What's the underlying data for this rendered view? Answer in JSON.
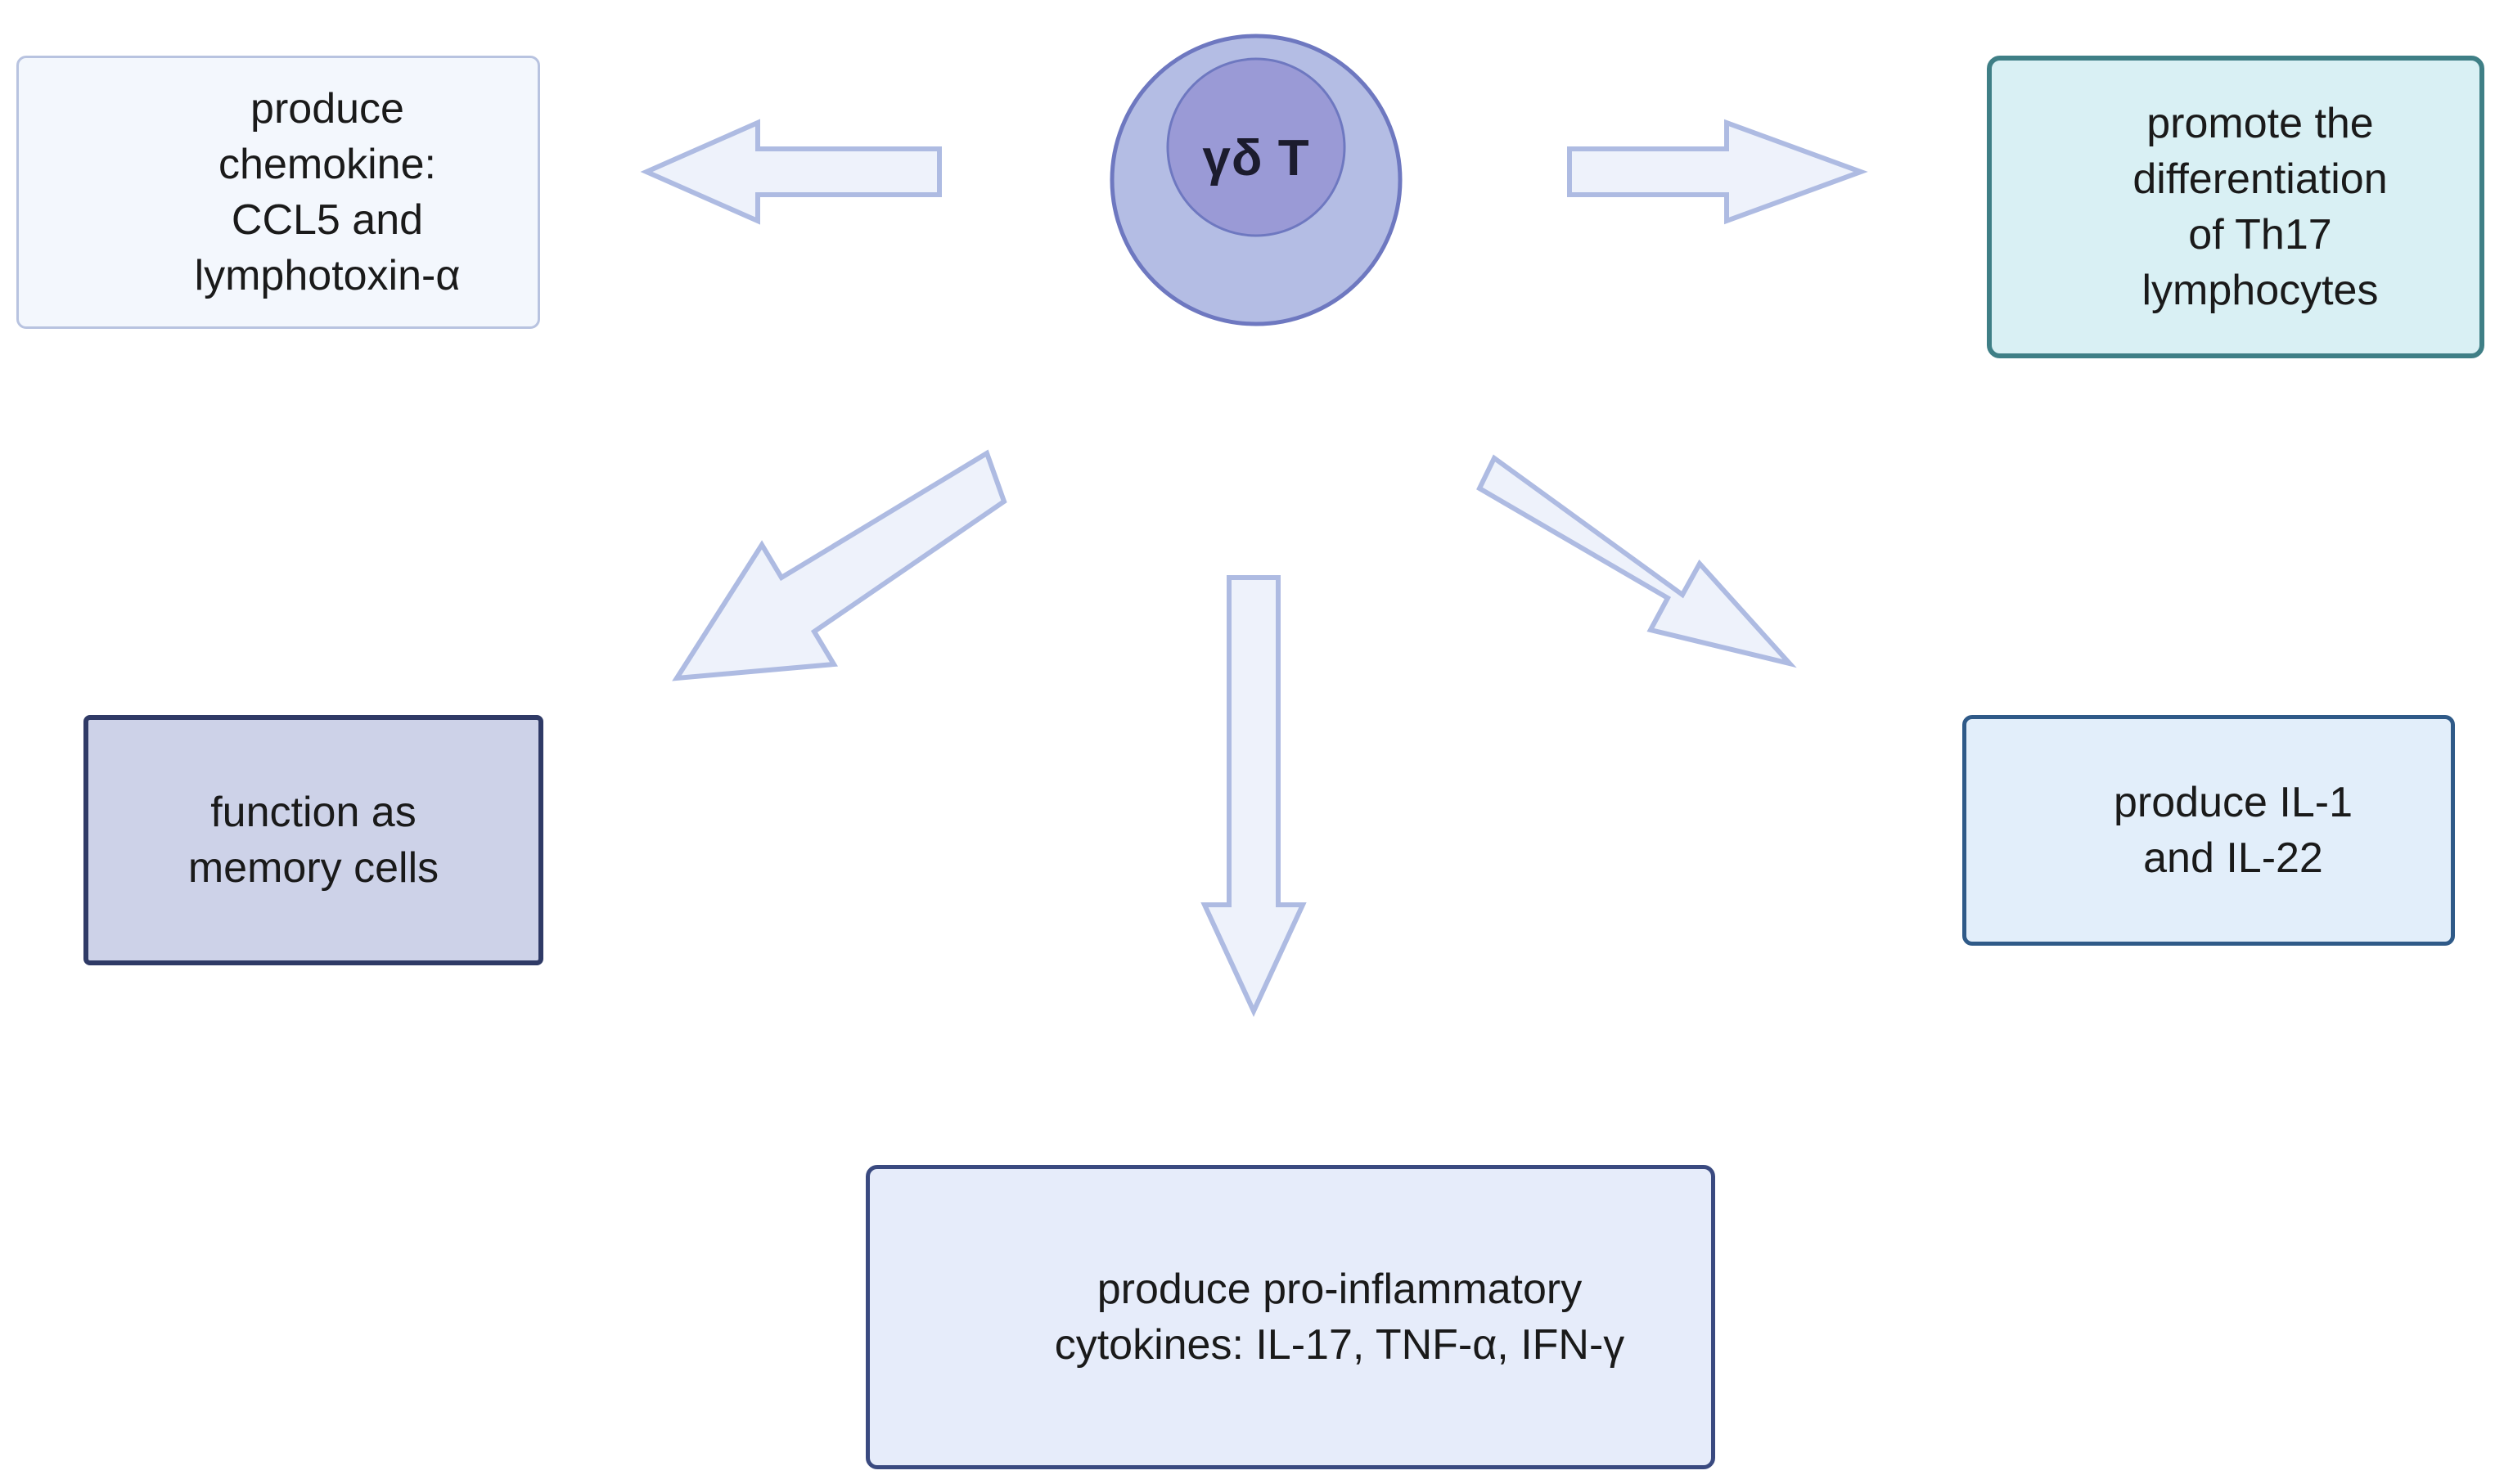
{
  "diagram": {
    "center": {
      "label": "γδ T",
      "outer_color": "#b4bde4",
      "inner_color": "#9a9ad6",
      "stroke_color": "#6e78c0"
    },
    "arrow_style": {
      "fill": "#eef2fb",
      "stroke": "#aebbe2"
    },
    "boxes": {
      "chemokine": "produce\nchemokine:\nCCL5 and\nlymphotoxin-α",
      "th17": "promote the\ndifferentiation\nof Th17\nlymphocytes",
      "memory": "function as\nmemory cells",
      "il": "produce IL-1\nand IL-22",
      "cytokines": "produce pro-inflammatory\ncytokines: IL-17, TNF-α, IFN-γ"
    }
  }
}
